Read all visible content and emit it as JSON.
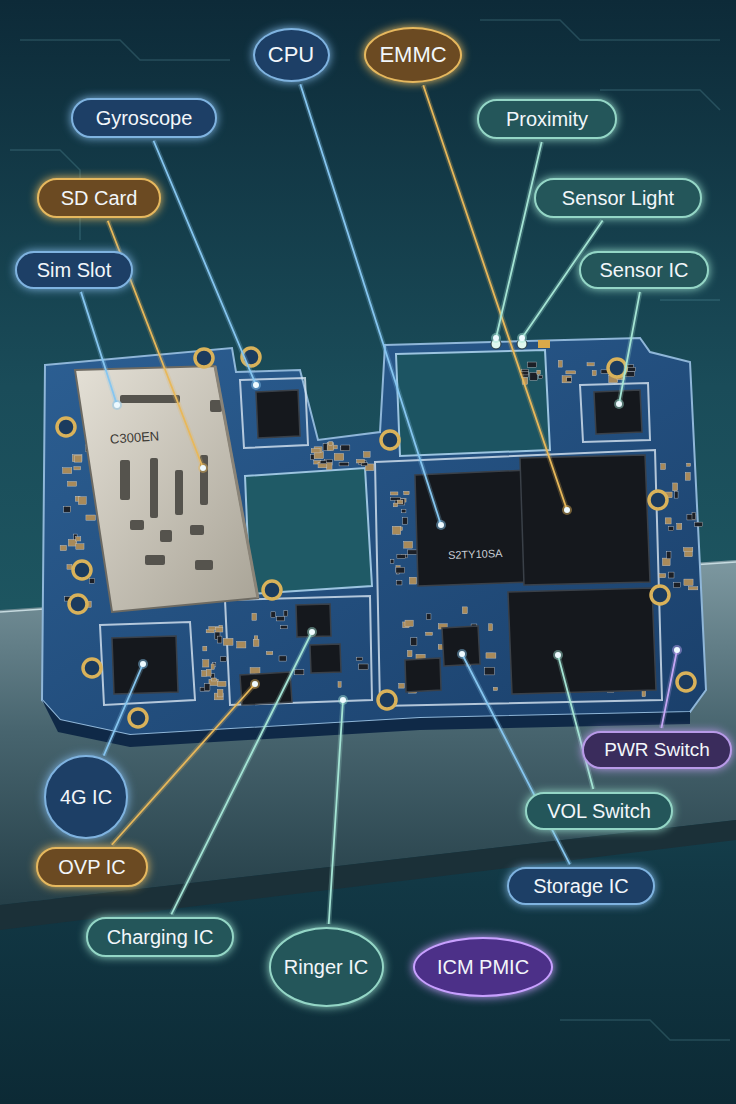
{
  "diagram": {
    "nodes": [
      {
        "text": [
          "CPU"
        ]
      },
      {
        "text": [
          "EMMC"
        ]
      },
      {
        "text": [
          "Gyroscope"
        ]
      },
      {
        "text": [
          "Proximity"
        ]
      },
      {
        "text": [
          "SD Card"
        ]
      },
      {
        "text": [
          "Sensor Light"
        ]
      },
      {
        "text": [
          "Sim Slot"
        ]
      },
      {
        "text": [
          "Sensor IC"
        ]
      },
      {
        "text": [
          "PWR Switch"
        ]
      },
      {
        "text": [
          "4G IC"
        ]
      },
      {
        "text": [
          "VOL Switch"
        ]
      },
      {
        "text": [
          "OVP IC"
        ]
      },
      {
        "text": [
          "Storage IC"
        ]
      },
      {
        "text": [
          "Charging IC"
        ]
      },
      {
        "text": [
          "Ringer IC"
        ]
      },
      {
        "text": [
          "ICM PMIC"
        ]
      }
    ],
    "labels": [
      "C300EN",
      "S2TY10SA"
    ]
  }
}
